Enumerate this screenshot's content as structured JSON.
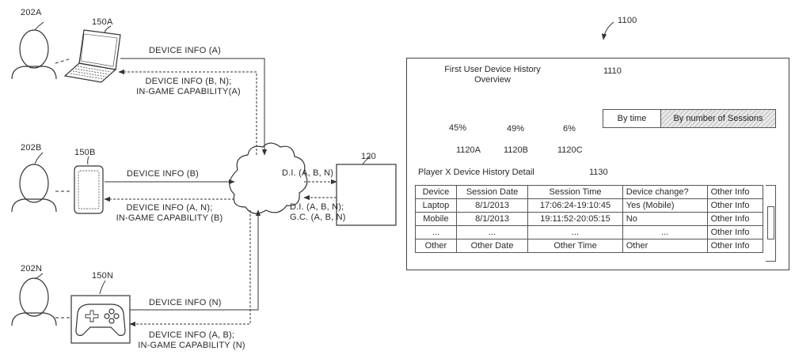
{
  "figure_number": "1100",
  "users": [
    {
      "id": "202A",
      "device": "150A"
    },
    {
      "id": "202B",
      "device": "150B"
    },
    {
      "id": "202N",
      "device": "150N"
    }
  ],
  "server_label": "120",
  "arrows": {
    "a_out": "DEVICE INFO (A)",
    "a_in_line1": "DEVICE INFO (B, N);",
    "a_in_line2": "IN-GAME CAPABILITY(A)",
    "b_out": "DEVICE INFO (B)",
    "b_in_line1": "DEVICE INFO (A, N);",
    "b_in_line2": "IN-GAME CAPABILITY (B)",
    "n_out": "DEVICE INFO (N)",
    "n_in_line1": "DEVICE INFO (A, B);",
    "n_in_line2": "IN-GAME CAPABILITY (N)",
    "to_server": "D.I. (A, B, N)",
    "from_server_line1": "D.I. (A, B, N);",
    "from_server_line2": "G.C. (A, B, N)"
  },
  "panel": {
    "overview_title_line1": "First User Device History",
    "overview_title_line2": "Overview",
    "overview_ref": "1110",
    "devices": [
      {
        "percent": "45%",
        "ref": "1120A",
        "icon": "laptop-icon"
      },
      {
        "percent": "49%",
        "ref": "1120B",
        "icon": "mobile-icon"
      },
      {
        "percent": "6%",
        "ref": "1120C",
        "icon": "gamepad-icon"
      }
    ],
    "toggle": {
      "by_time": "By time",
      "by_sessions": "By number of Sessions"
    },
    "detail_title": "Player X Device History Detail",
    "detail_ref": "1130",
    "table": {
      "headers": [
        "Device",
        "Session Date",
        "Session Time",
        "Device change?",
        "Other Info"
      ],
      "rows": [
        [
          "Laptop",
          "8/1/2013",
          "17:06:24-19:10:45",
          "Yes (Mobile)",
          "Other Info"
        ],
        [
          "Mobile",
          "8/1/2013",
          "19:11:52-20:05:15",
          "No",
          "Other Info"
        ],
        [
          "...",
          "...",
          "...",
          "...",
          "Other Info"
        ],
        [
          "Other",
          "Other Date",
          "Other Time",
          "Other",
          "Other Info"
        ]
      ]
    }
  }
}
